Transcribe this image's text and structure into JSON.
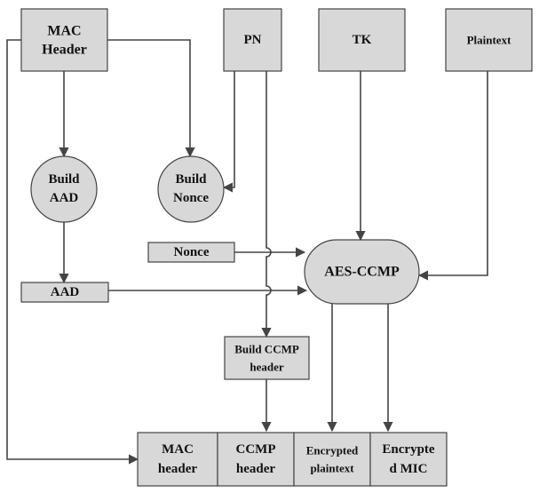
{
  "diagram": {
    "inputs": {
      "mac_header": [
        "MAC",
        "Header"
      ],
      "pn": "PN",
      "tk": "TK",
      "plaintext": "Plaintext"
    },
    "processes": {
      "build_aad": [
        "Build",
        "AAD"
      ],
      "build_nonce": [
        "Build",
        "Nonce"
      ],
      "aes_ccmp": "AES-CCMP",
      "build_ccmp_header": [
        "Build CCMP",
        "header"
      ]
    },
    "intermediates": {
      "nonce": "Nonce",
      "aad": "AAD"
    },
    "output_frame": {
      "mac_header": [
        "MAC",
        "header"
      ],
      "ccmp_header": [
        "CCMP",
        "header"
      ],
      "encrypted_plaintext": [
        "Encrypted",
        "plaintext"
      ],
      "encrypted_mic": [
        "Encrypte",
        "d MIC"
      ]
    }
  }
}
